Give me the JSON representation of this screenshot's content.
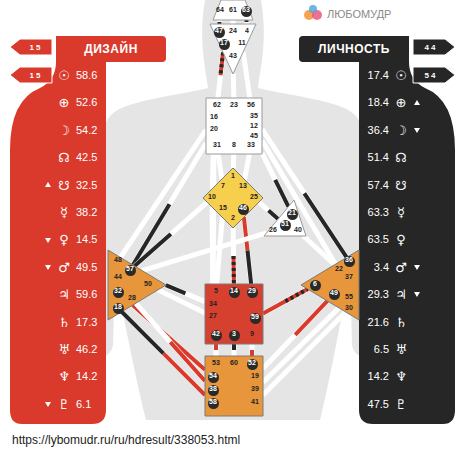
{
  "diagram": {
    "nodes": [
      {
        "text": [
          "ДИЗАЙН"
        ]
      },
      {
        "text": [
          "ЛИЧНОСТЬ"
        ]
      },
      {
        "text": [
          "64",
          "61",
          "63"
        ]
      },
      {
        "text": [
          "47",
          "24",
          "4",
          "17",
          "11",
          "43"
        ]
      },
      {
        "text": [
          "62",
          "23",
          "56",
          "16",
          "35",
          "20",
          "12",
          "45",
          "31",
          "8",
          "33"
        ]
      },
      {
        "text": [
          "1",
          "7",
          "13",
          "10",
          "25",
          "15",
          "46",
          "2"
        ]
      },
      {
        "text": [
          "21",
          "51",
          "26",
          "40"
        ]
      },
      {
        "text": [
          "48",
          "57",
          "44",
          "50",
          "32",
          "28",
          "18"
        ]
      },
      {
        "text": [
          "5",
          "14",
          "29",
          "34",
          "27",
          "59",
          "42",
          "3",
          "9"
        ]
      },
      {
        "text": [
          "36",
          "22",
          "37",
          "6",
          "49",
          "55",
          "30"
        ]
      },
      {
        "text": [
          "53",
          "60",
          "52",
          "54",
          "19",
          "38",
          "39",
          "58",
          "41"
        ]
      }
    ],
    "edges": [
      {
        "from": 2,
        "to": 3,
        "arrow": "none"
      },
      {
        "from": 2,
        "to": 3,
        "arrow": "none"
      },
      {
        "from": 2,
        "to": 3,
        "arrow": "none"
      },
      {
        "from": 3,
        "to": 4,
        "arrow": "none"
      },
      {
        "from": 3,
        "to": 4,
        "arrow": "none"
      },
      {
        "from": 3,
        "to": 4,
        "arrow": "none"
      },
      {
        "from": 4,
        "to": 7,
        "arrow": "none"
      },
      {
        "from": 4,
        "to": 7,
        "arrow": "none"
      },
      {
        "from": 4,
        "to": 8,
        "arrow": "none"
      },
      {
        "from": 4,
        "to": 5,
        "arrow": "none"
      },
      {
        "from": 4,
        "to": 5,
        "arrow": "none"
      },
      {
        "from": 4,
        "to": 5,
        "arrow": "none"
      },
      {
        "from": 4,
        "to": 5,
        "arrow": "none"
      },
      {
        "from": 4,
        "to": 6,
        "arrow": "none"
      },
      {
        "from": 4,
        "to": 9,
        "arrow": "none"
      },
      {
        "from": 4,
        "to": 9,
        "arrow": "none"
      },
      {
        "from": 5,
        "to": 6,
        "arrow": "none"
      },
      {
        "from": 5,
        "to": 7,
        "arrow": "none"
      },
      {
        "from": 5,
        "to": 8,
        "arrow": "none"
      },
      {
        "from": 5,
        "to": 8,
        "arrow": "none"
      },
      {
        "from": 5,
        "to": 8,
        "arrow": "none"
      },
      {
        "from": 5,
        "to": 8,
        "arrow": "none"
      },
      {
        "from": 6,
        "to": 7,
        "arrow": "none"
      },
      {
        "from": 6,
        "to": 9,
        "arrow": "none"
      },
      {
        "from": 7,
        "to": 8,
        "arrow": "none"
      },
      {
        "from": 7,
        "to": 8,
        "arrow": "none"
      },
      {
        "from": 8,
        "to": 9,
        "arrow": "none"
      },
      {
        "from": 8,
        "to": 10,
        "arrow": "none"
      },
      {
        "from": 8,
        "to": 10,
        "arrow": "none"
      },
      {
        "from": 8,
        "to": 10,
        "arrow": "none"
      },
      {
        "from": 10,
        "to": 7,
        "arrow": "none"
      },
      {
        "from": 10,
        "to": 7,
        "arrow": "none"
      },
      {
        "from": 10,
        "to": 7,
        "arrow": "none"
      },
      {
        "from": 10,
        "to": 9,
        "arrow": "none"
      },
      {
        "from": 10,
        "to": 9,
        "arrow": "none"
      },
      {
        "from": 10,
        "to": 9,
        "arrow": "none"
      }
    ],
    "labels": [
      "ЛЮБОМУДР",
      "1 5",
      "1 5",
      "4 4",
      "5 4",
      "☉",
      "58.6",
      "⊕",
      "52.6",
      "☽",
      "54.2",
      "☊",
      "42.5",
      "☋",
      "32.5",
      "☿",
      "38.2",
      "♀",
      "14.5",
      "♂",
      "49.5",
      "♃",
      "59.6",
      "♄",
      "17.3",
      "♅",
      "46.2",
      "♆",
      "14.2",
      "♇",
      "6.1",
      "17.4",
      "☉",
      "18.4",
      "⊕",
      "36.4",
      "☽",
      "51.4",
      "☊",
      "57.4",
      "☋",
      "63.3",
      "☿",
      "63.5",
      "♀",
      "3.4",
      "♂",
      "29.3",
      "♃",
      "21.6",
      "♄",
      "6.5",
      "♅",
      "14.2",
      "♆",
      "47.5",
      "♇",
      "https://lybomudr.ru/ru/hdresult/338053.html"
    ]
  }
}
